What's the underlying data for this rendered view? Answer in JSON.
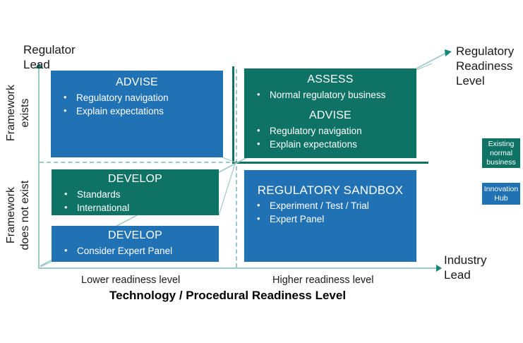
{
  "diagram": {
    "axes": {
      "y_top_label": "Regulator\nLead",
      "y_upper_band": "Framework\nexists",
      "y_lower_band": "Framework\ndoes not exist",
      "x_right_label": "Industry\nLead",
      "x_left_tick": "Lower readiness level",
      "x_right_tick": "Higher readiness level",
      "x_axis_title": "Technology / Procedural Readiness Level",
      "diagonal_label": "Regulatory\nReadiness\nLevel"
    },
    "quadrants": [
      {
        "id": "top-left",
        "color": "blue",
        "title": "ADVISE",
        "bullets": [
          "Regulatory navigation",
          "Explain expectations"
        ]
      },
      {
        "id": "top-right",
        "color": "teal",
        "title": "ASSESS",
        "bullets": [
          "Normal regulatory business"
        ],
        "title2": "ADVISE",
        "bullets2": [
          "Regulatory navigation",
          "Explain expectations"
        ]
      },
      {
        "id": "bottom-left-upper",
        "color": "teal",
        "title": "DEVELOP",
        "bullets": [
          "Standards",
          "International"
        ]
      },
      {
        "id": "bottom-left-lower",
        "color": "blue",
        "title": "DEVELOP",
        "bullets": [
          "Consider Expert Panel"
        ]
      },
      {
        "id": "bottom-right",
        "color": "blue",
        "title": "REGULATORY SANDBOX",
        "bullets": [
          "Experiment / Test / Trial",
          "Expert Panel"
        ]
      }
    ],
    "legend": [
      {
        "label": "Existing\nnormal\nbusiness",
        "color": "teal"
      },
      {
        "label": "Innovation\nHub",
        "color": "blue"
      }
    ],
    "colors": {
      "blue": "#2171B5",
      "teal": "#0E7265",
      "axis": "#9CC9C6",
      "arrow": "#16857A"
    }
  }
}
